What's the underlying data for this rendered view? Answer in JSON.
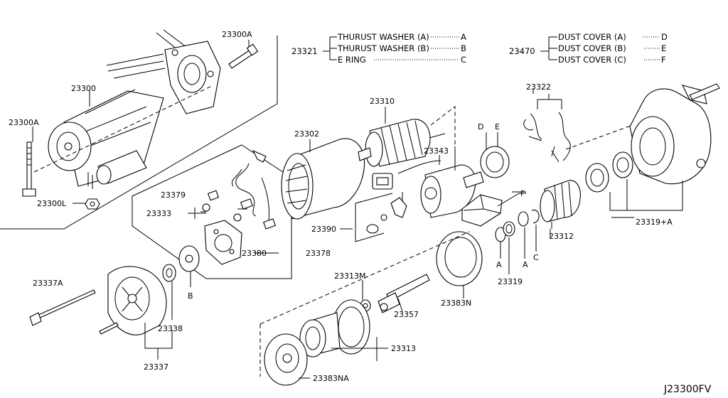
{
  "diagram_code": "J23300FV",
  "legend_washer": {
    "group": "23321",
    "items": [
      {
        "name": "THURUST WASHER (A)",
        "key": "A"
      },
      {
        "name": "THURUST WASHER (B)",
        "key": "B"
      },
      {
        "name": "E RING",
        "key": "C"
      }
    ]
  },
  "legend_cover": {
    "group": "23470",
    "items": [
      {
        "name": "DUST COVER (A)",
        "key": "D"
      },
      {
        "name": "DUST COVER (B)",
        "key": "E"
      },
      {
        "name": "DUST COVER (C)",
        "key": "F"
      }
    ]
  },
  "parts": {
    "p23300": "23300",
    "p23300a_top": "23300A",
    "p23300a_left": "23300A",
    "p23300l": "23300L",
    "p23302": "23302",
    "p23310": "23310",
    "p23343": "23343",
    "p23322": "23322",
    "p23379": "23379",
    "p23333": "23333",
    "p23380": "23380",
    "p23378": "23378",
    "p23390": "23390",
    "p23312": "23312",
    "p23319a": "23319+A",
    "p23319": "23319",
    "p23337a": "23337A",
    "p23338": "23338",
    "p23337": "23337",
    "p23313m": "23313M",
    "p23357": "23357",
    "p23383n": "23383N",
    "p23313": "23313",
    "p23383na": "23383NA"
  },
  "callouts": {
    "a1": "A",
    "a2": "A",
    "b": "B",
    "c": "C",
    "d": "D",
    "e": "E",
    "f": "F"
  }
}
